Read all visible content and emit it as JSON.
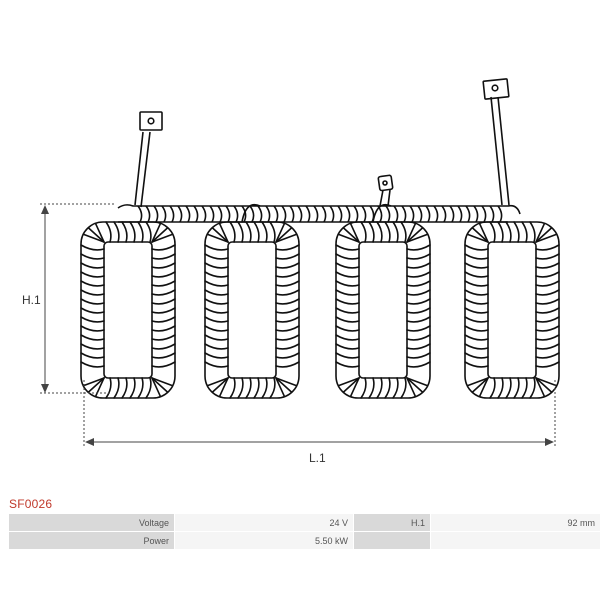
{
  "drawing": {
    "height_label": "H.1",
    "length_label": "L.1"
  },
  "part": {
    "number": "SF0026",
    "accent_color": "#c0392b"
  },
  "specs": {
    "rows": [
      {
        "k1": "Voltage",
        "v1": "24 V",
        "k2": "H.1",
        "v2": "92 mm"
      },
      {
        "k1": "Power",
        "v1": "5.50 kW",
        "k2": "",
        "v2": ""
      }
    ]
  }
}
